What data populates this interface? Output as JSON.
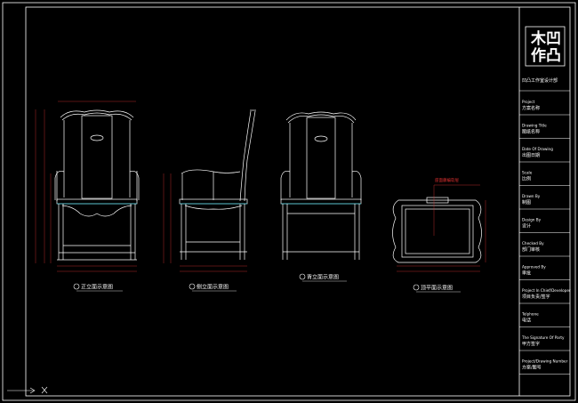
{
  "title_block": {
    "logo_chars": [
      "木",
      "凹",
      "作",
      "凸"
    ],
    "studio": "凹凸工作室设计部",
    "fields": [
      {
        "en": "Project",
        "cn": "方案名称"
      },
      {
        "en": "Drawing Title",
        "cn": "图纸名称"
      },
      {
        "en": "Date Of Drawing",
        "cn": "出图日期"
      },
      {
        "en": "Scale",
        "cn": "比例"
      },
      {
        "en": "Drawn By",
        "cn": "制图"
      },
      {
        "en": "Design By",
        "cn": "设计"
      },
      {
        "en": "Checked By",
        "cn": "部门审核"
      },
      {
        "en": "Approved By",
        "cn": "审批"
      },
      {
        "en": "Project In Chief/Developer",
        "cn": "项目负责/签字"
      },
      {
        "en": "Telphone",
        "cn": "电话"
      },
      {
        "en": "The Signature Of Party",
        "cn": "甲方签字"
      },
      {
        "en": "Project/Drawing Number",
        "cn": "方案/图号"
      }
    ]
  },
  "views": {
    "front": "正立面示意图",
    "side": "侧立面示意图",
    "back": "背立面示意图",
    "plan": "顶平面示意图"
  },
  "plan_annotation": "座面藤编软屉",
  "colors": {
    "line": "#ffffff",
    "dimension": "#e03030",
    "accent": "#40c8d8",
    "background": "#000000"
  }
}
